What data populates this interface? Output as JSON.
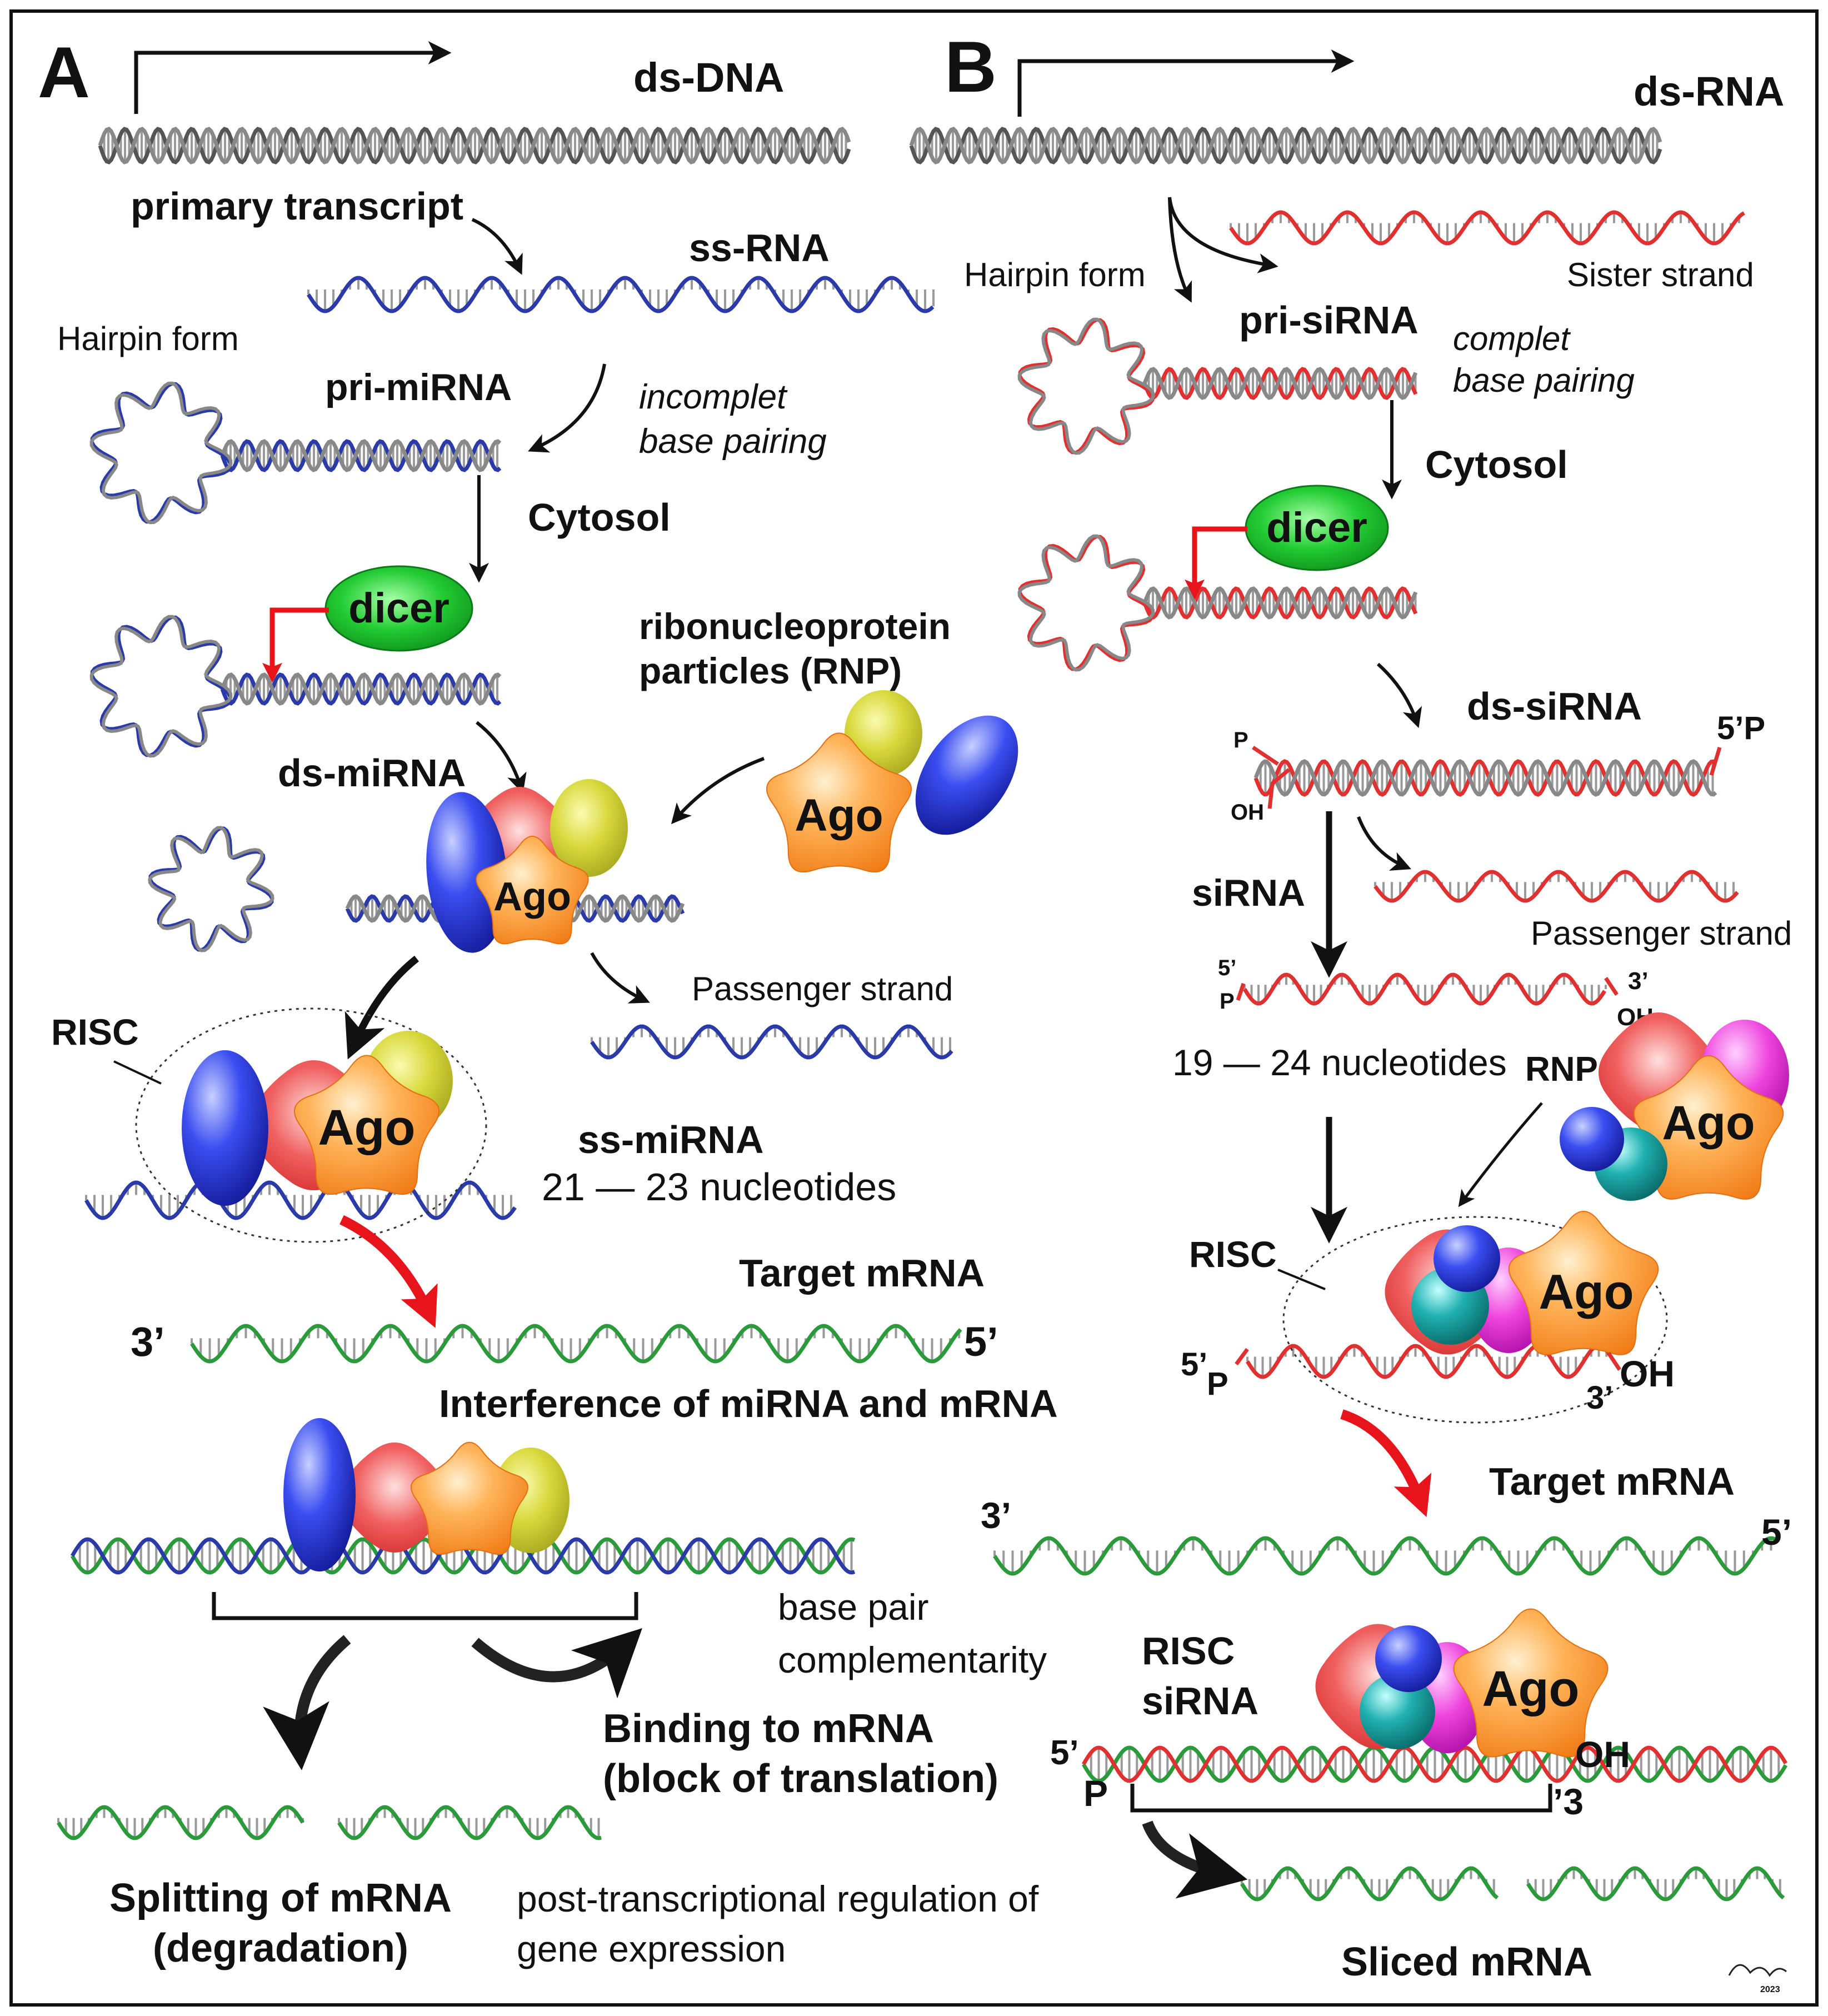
{
  "panel_a": {
    "letter": "A",
    "ds_dna": "ds-DNA",
    "primary_transcript": "primary transcript",
    "ss_rna": "ss-RNA",
    "hairpin_form": "Hairpin form",
    "pri_mirna": "pri-miRNA",
    "pairing_line1": "incomplet",
    "pairing_line2": "base pairing",
    "cytosol": "Cytosol",
    "dicer": "dicer",
    "rnp_line1": "ribonucleoprotein",
    "rnp_line2": "particles (RNP)",
    "ds_mirna": "ds-miRNA",
    "ago": "Ago",
    "passenger_strand": "Passenger strand",
    "risc": "RISC",
    "ss_mirna": "ss-miRNA",
    "nucleotides": "21 — 23 nucleotides",
    "target_mrna": "Target mRNA",
    "end_3": "3’",
    "end_5": "5’",
    "interference": "Interference of miRNA and mRNA",
    "complementarity_line1": "base pair",
    "complementarity_line2": "complementarity",
    "binding_line1": "Binding to mRNA",
    "binding_line2": "(block of translation)",
    "splitting_line1": "Splitting of mRNA",
    "splitting_line2": "(degradation)",
    "regulation_line1": "post-transcriptional regulation of",
    "regulation_line2": "gene expression"
  },
  "panel_b": {
    "letter": "B",
    "ds_rna": "ds-RNA",
    "hairpin_form": "Hairpin form",
    "sister_strand": "Sister strand",
    "pri_sirna": "pri-siRNA",
    "pairing_line1": "complet",
    "pairing_line2": "base pairing",
    "cytosol": "Cytosol",
    "dicer": "dicer",
    "ds_sirna": "ds-siRNA",
    "label_p": "P",
    "label_oh": "OH",
    "label_5p": "5’P",
    "sirna": "siRNA",
    "passenger_strand": "Passenger strand",
    "label_5": "5’",
    "label_3": "3’",
    "nucleotides": "19 — 24 nucleotides",
    "rnp": "RNP",
    "ago": "Ago",
    "risc": "RISC",
    "target_mrna": "Target mRNA",
    "end_3": "3’",
    "end_5": "5’",
    "risc_sirna_line1": "RISC",
    "risc_sirna_line2": "siRNA",
    "end_3_rev": "’3",
    "sliced_mrna": "Sliced mRNA"
  },
  "signature_year": "2023",
  "colors": {
    "dna": "#555555",
    "mirna": "#2a3aa8",
    "sirna": "#e03030",
    "mrna": "#2a9a3a",
    "dicer": "#22bb33",
    "ago": "#f7951e",
    "arrow_red": "#e8141c",
    "arrow_black": "#222222"
  }
}
